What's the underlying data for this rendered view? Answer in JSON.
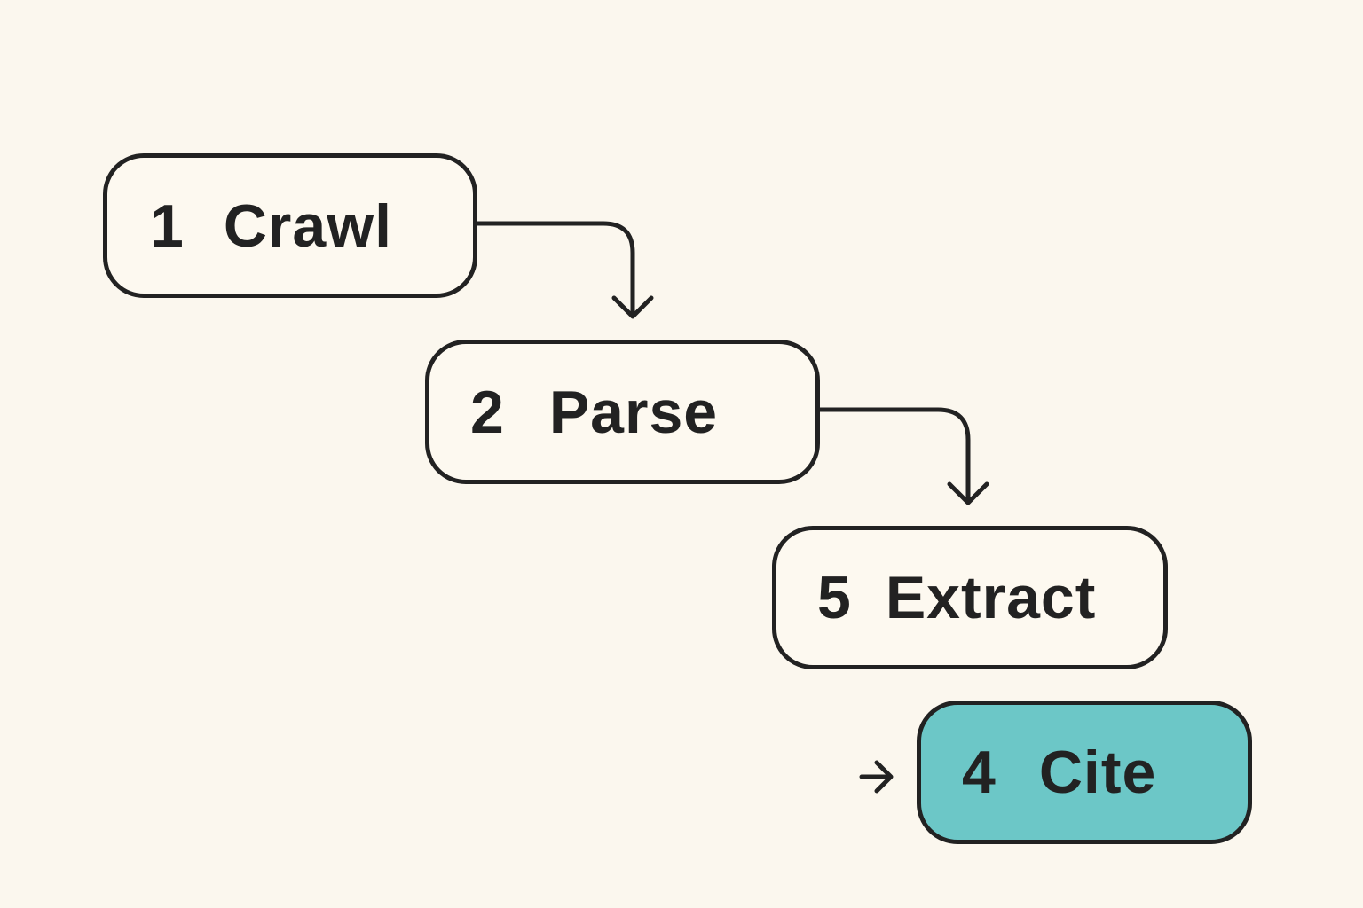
{
  "colors": {
    "background": "#fbf7ee",
    "stroke": "#222222",
    "box_fill": "#fdf9f0",
    "highlight_fill": "#6cc7c7",
    "text": "#222222"
  },
  "steps": [
    {
      "number": "1",
      "label": "Crawl"
    },
    {
      "number": "2",
      "label": "Parse"
    },
    {
      "number": "5",
      "label": "Extract"
    },
    {
      "number": "4",
      "label": "Cite",
      "highlighted": true
    }
  ],
  "connectors": [
    {
      "from": "Crawl",
      "to": "Parse",
      "icon": "arrow-down-icon"
    },
    {
      "from": "Parse",
      "to": "Extract",
      "icon": "arrow-down-icon"
    },
    {
      "to": "Cite",
      "icon": "arrow-right-icon"
    }
  ]
}
